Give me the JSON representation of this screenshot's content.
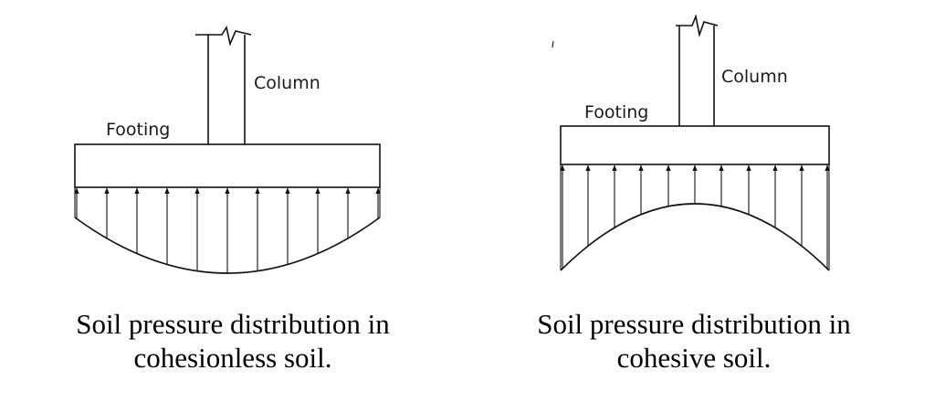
{
  "left_diagram": {
    "column_label": "Column",
    "footing_label": "Footing",
    "caption_line1": "Soil pressure distribution in",
    "caption_line2": "cohesionless soil."
  },
  "right_diagram": {
    "column_label": "Column",
    "footing_label": "Footing",
    "caption_line1": "Soil pressure distribution in",
    "caption_line2": "cohesive soil."
  }
}
